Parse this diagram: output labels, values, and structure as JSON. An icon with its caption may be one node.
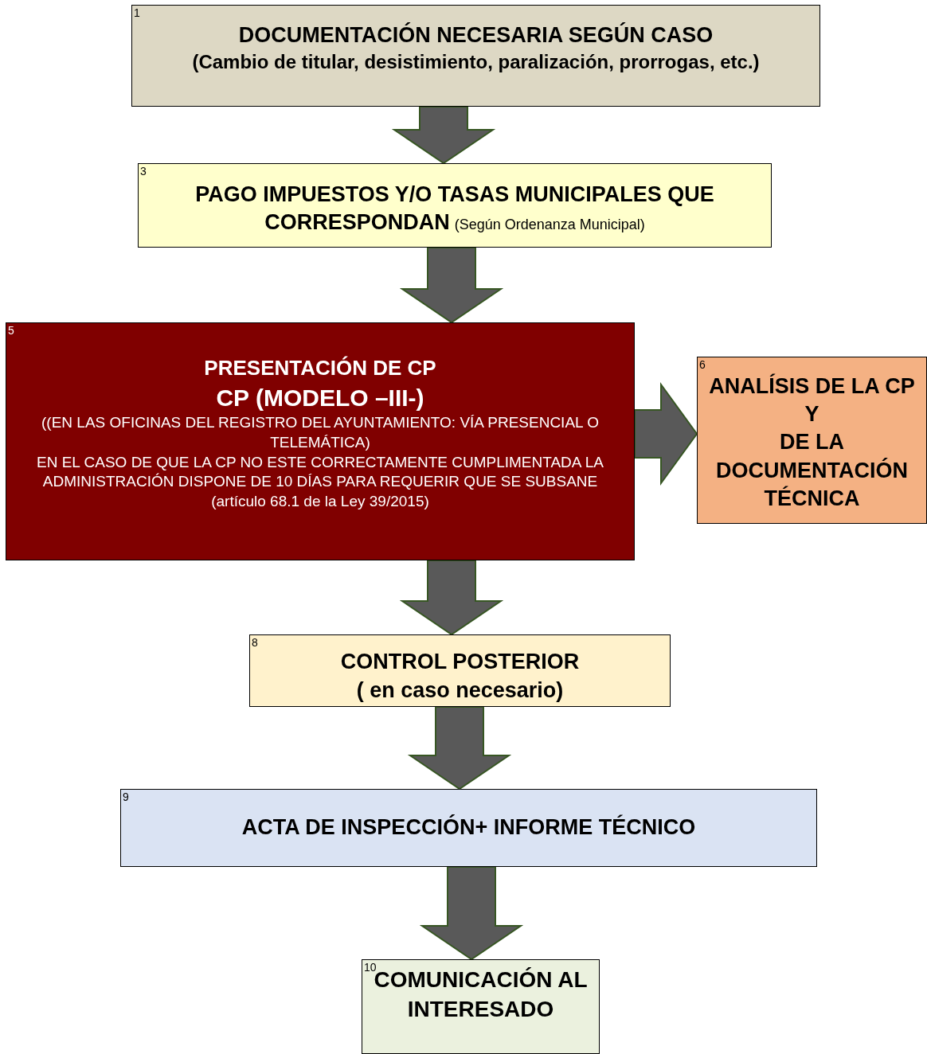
{
  "diagram": {
    "nodes": [
      {
        "text": [
          "1",
          "DOCUMENTACIÓN NECESARIA SEGÚN CASO",
          "(Cambio de titular, desistimiento, paralización, prorrogas, etc.)"
        ]
      },
      {
        "text": [
          "3",
          "PAGO IMPUESTOS Y/O TASAS MUNICIPALES QUE CORRESPONDAN",
          "(Según Ordenanza Municipal)"
        ]
      },
      {
        "text": [
          "5",
          "PRESENTACIÓN DE CP",
          "CP (MODELO –III-)",
          "((EN LAS OFICINAS DEL REGISTRO DEL AYUNTAMIENTO: VÍA PRESENCIAL O TELEMÁTICA)",
          "EN EL CASO DE QUE LA CP NO ESTE CORRECTAMENTE CUMPLIMENTADA LA ADMINISTRACIÓN DISPONE DE 10 DÍAS PARA REQUERIR QUE SE SUBSANE",
          "(artículo 68.1 de la Ley 39/2015)"
        ]
      },
      {
        "text": [
          "6",
          "ANALÍSIS DE LA CP",
          "Y",
          "DE LA DOCUMENTACIÓN TÉCNICA"
        ]
      },
      {
        "text": [
          "8",
          "CONTROL POSTERIOR",
          "( en caso necesario)"
        ]
      },
      {
        "text": [
          "9",
          "ACTA DE INSPECCIÓN+ INFORME TÉCNICO"
        ]
      },
      {
        "text": [
          "10",
          "COMUNICACIÓN AL INTERESADO"
        ]
      }
    ],
    "edges": [
      {
        "from": 0,
        "to": 1,
        "arrow": "to"
      },
      {
        "from": 1,
        "to": 2,
        "arrow": "to"
      },
      {
        "from": 2,
        "to": 3,
        "arrow": "to"
      },
      {
        "from": 2,
        "to": 4,
        "arrow": "to"
      },
      {
        "from": 4,
        "to": 5,
        "arrow": "to"
      },
      {
        "from": 5,
        "to": 6,
        "arrow": "to"
      }
    ]
  }
}
